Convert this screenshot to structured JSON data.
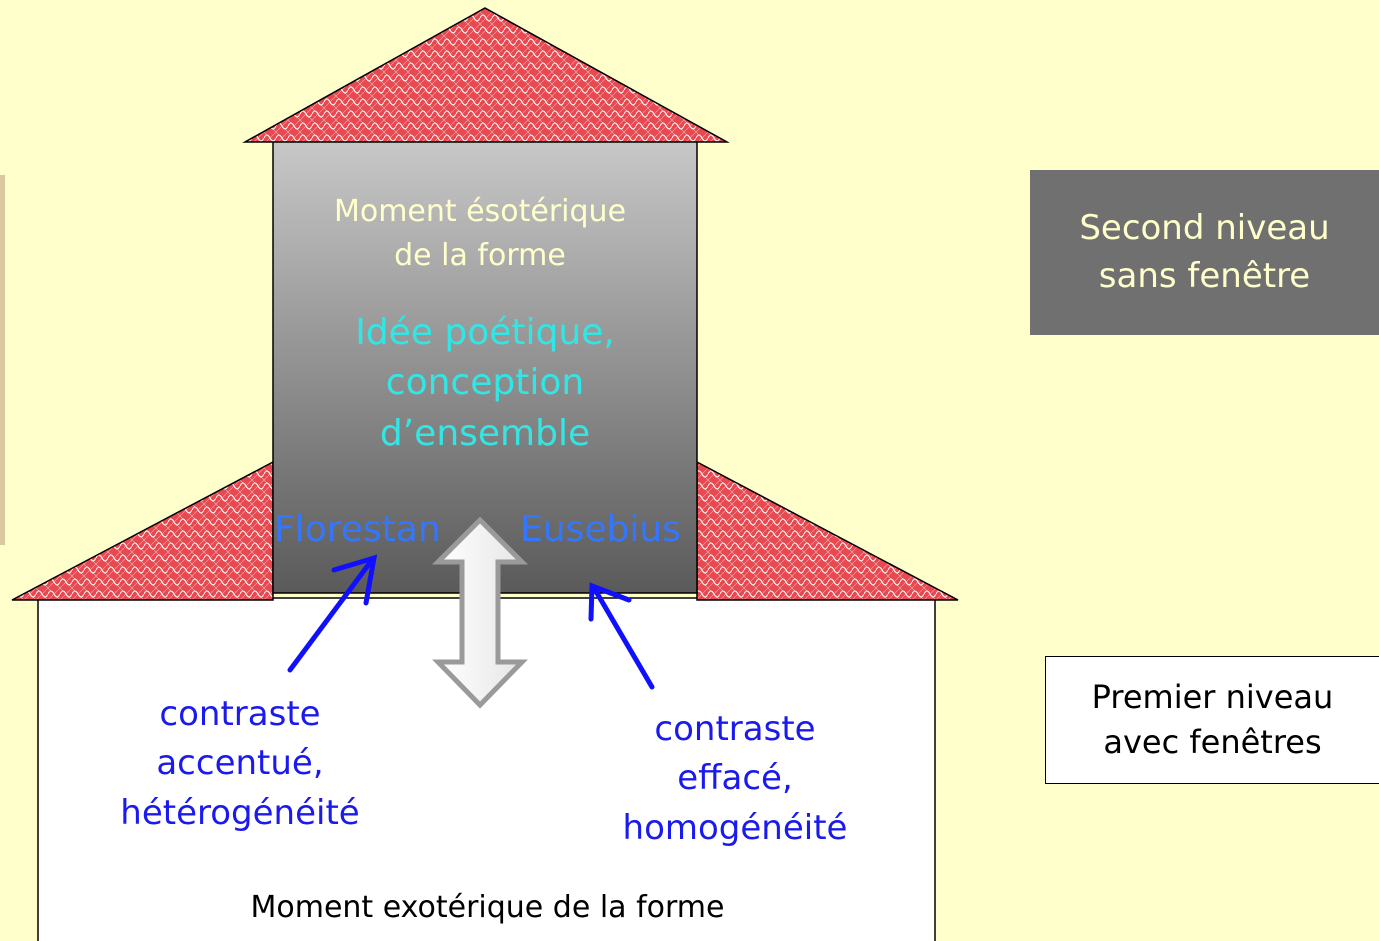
{
  "upper_floor": {
    "title_line1": "Moment ésotérique",
    "title_line2": "de la forme",
    "idea_line1": "Idée poétique,",
    "idea_line2": "conception",
    "idea_line3": "d’ensemble",
    "left_persona": "Florestan",
    "right_persona": "Eusebius"
  },
  "lower_floor": {
    "left_line1": "contraste",
    "left_line2": "accentué,",
    "left_line3": "hétérogénéité",
    "right_line1": "contraste",
    "right_line2": "effacé,",
    "right_line3": "homogénéité",
    "title": "Moment exotérique de la forme"
  },
  "legend": {
    "second_line1": "Second niveau",
    "second_line2": "sans fenêtre",
    "first_line1": "Premier niveau",
    "first_line2": "avec fenêtres"
  },
  "colors": {
    "background": "#ffffcc",
    "roof": "#e8484f",
    "upper_floor_gradient_top": "#c8c8c8",
    "upper_floor_gradient_bottom": "#5a5a5a",
    "arrow_blue": "#1010ff",
    "idea_text": "#33e6e6",
    "persona_text": "#3377ff",
    "contrast_text": "#1a1aee"
  }
}
